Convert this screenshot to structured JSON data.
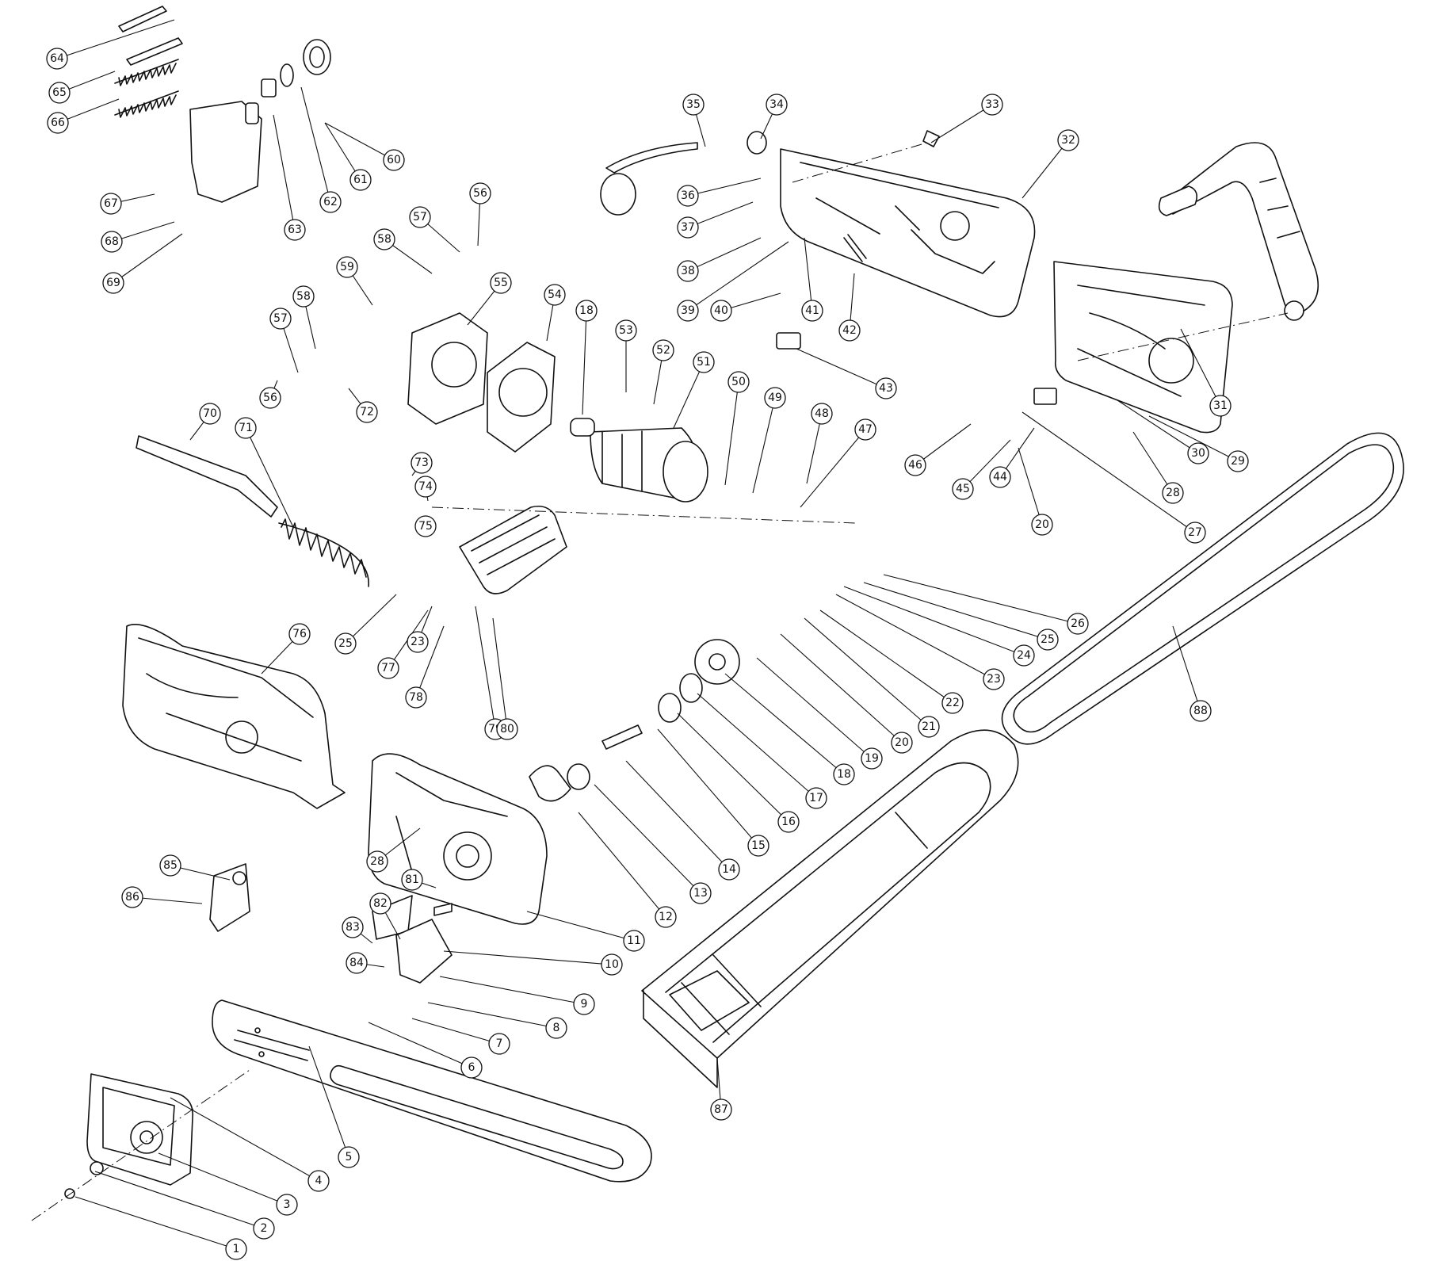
{
  "diagram": {
    "background": "#ffffff",
    "line_color": "#111111",
    "callouts": [
      {
        "label": "1"
      },
      {
        "label": "2"
      },
      {
        "label": "3"
      },
      {
        "label": "4"
      },
      {
        "label": "5"
      },
      {
        "label": "6"
      },
      {
        "label": "7"
      },
      {
        "label": "8"
      },
      {
        "label": "9"
      },
      {
        "label": "10"
      },
      {
        "label": "11"
      },
      {
        "label": "12"
      },
      {
        "label": "13"
      },
      {
        "label": "14"
      },
      {
        "label": "15"
      },
      {
        "label": "16"
      },
      {
        "label": "17"
      },
      {
        "label": "18"
      },
      {
        "label": "19"
      },
      {
        "label": "20"
      },
      {
        "label": "21"
      },
      {
        "label": "22"
      },
      {
        "label": "23"
      },
      {
        "label": "24"
      },
      {
        "label": "25"
      },
      {
        "label": "26"
      },
      {
        "label": "27"
      },
      {
        "label": "28"
      },
      {
        "label": "29"
      },
      {
        "label": "30"
      },
      {
        "label": "31"
      },
      {
        "label": "32"
      },
      {
        "label": "33"
      },
      {
        "label": "34"
      },
      {
        "label": "35"
      },
      {
        "label": "36"
      },
      {
        "label": "37"
      },
      {
        "label": "38"
      },
      {
        "label": "39"
      },
      {
        "label": "40"
      },
      {
        "label": "41"
      },
      {
        "label": "42"
      },
      {
        "label": "43"
      },
      {
        "label": "44"
      },
      {
        "label": "45"
      },
      {
        "label": "46"
      },
      {
        "label": "47"
      },
      {
        "label": "48"
      },
      {
        "label": "49"
      },
      {
        "label": "50"
      },
      {
        "label": "51"
      },
      {
        "label": "52"
      },
      {
        "label": "53"
      },
      {
        "label": "54"
      },
      {
        "label": "55"
      },
      {
        "label": "56"
      },
      {
        "label": "57"
      },
      {
        "label": "58"
      },
      {
        "label": "59"
      },
      {
        "label": "60"
      },
      {
        "label": "61"
      },
      {
        "label": "62"
      },
      {
        "label": "63"
      },
      {
        "label": "64"
      },
      {
        "label": "65"
      },
      {
        "label": "66"
      },
      {
        "label": "67"
      },
      {
        "label": "68"
      },
      {
        "label": "69"
      },
      {
        "label": "70"
      },
      {
        "label": "71"
      },
      {
        "label": "72"
      },
      {
        "label": "73"
      },
      {
        "label": "74"
      },
      {
        "label": "75"
      },
      {
        "label": "76"
      },
      {
        "label": "77"
      },
      {
        "label": "78"
      },
      {
        "label": "79"
      },
      {
        "label": "80"
      },
      {
        "label": "81"
      },
      {
        "label": "82"
      },
      {
        "label": "83"
      },
      {
        "label": "84"
      },
      {
        "label": "85"
      },
      {
        "label": "86"
      },
      {
        "label": "87"
      },
      {
        "label": "88"
      },
      {
        "label": "18"
      },
      {
        "label": "20"
      },
      {
        "label": "23"
      },
      {
        "label": "25"
      },
      {
        "label": "28"
      },
      {
        "label": "56"
      },
      {
        "label": "57"
      },
      {
        "label": "58"
      }
    ]
  }
}
